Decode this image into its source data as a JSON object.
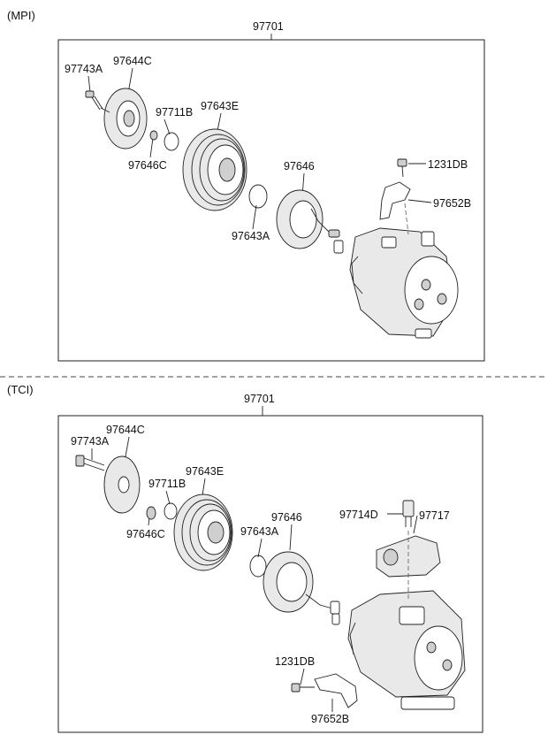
{
  "sections": [
    {
      "id": "mpi",
      "tag": "(MPI)",
      "assembly": "97701",
      "labels": {
        "97743A": "97743A",
        "97644C": "97644C",
        "97711B": "97711B",
        "97643E": "97643E",
        "97646C": "97646C",
        "97646": "97646",
        "97643A": "97643A",
        "1231DB": "1231DB",
        "97652B": "97652B"
      }
    },
    {
      "id": "tci",
      "tag": "(TCI)",
      "assembly": "97701",
      "labels": {
        "97743A": "97743A",
        "97644C": "97644C",
        "97711B": "97711B",
        "97643E": "97643E",
        "97646C": "97646C",
        "97643A": "97643A",
        "97646": "97646",
        "97714D": "97714D",
        "97717": "97717",
        "1231DB": "1231DB",
        "97652B": "97652B"
      }
    }
  ]
}
